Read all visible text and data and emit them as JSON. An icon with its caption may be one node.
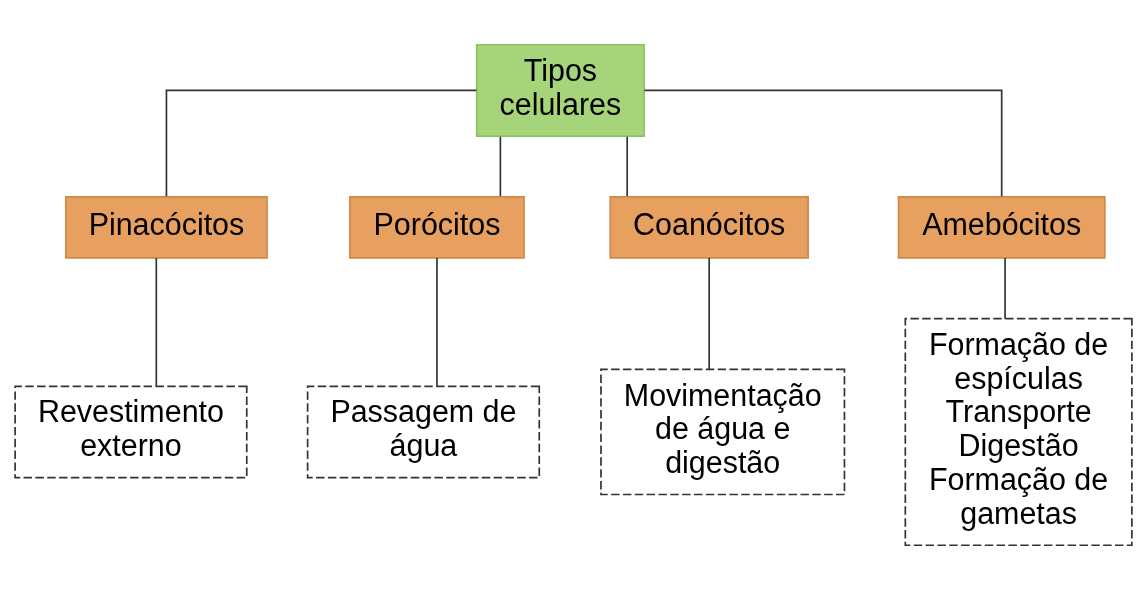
{
  "diagram": {
    "nodes": [
      {
        "text": [
          "Tipos celulares"
        ]
      },
      {
        "text": [
          "Pinacócitos"
        ]
      },
      {
        "text": [
          "Porócitos"
        ]
      },
      {
        "text": [
          "Coanócitos"
        ]
      },
      {
        "text": [
          "Amebócitos"
        ]
      },
      {
        "text": [
          "Revestimento externo"
        ]
      },
      {
        "text": [
          "Passagem de água"
        ]
      },
      {
        "text": [
          "Movimentação de água e digestão"
        ]
      },
      {
        "text": [
          "Formação de espículas",
          "Transporte",
          "Digestão",
          "Formação de gametas"
        ]
      }
    ],
    "edges": [
      {
        "from": 0,
        "to": 1,
        "arrow": "none"
      },
      {
        "from": 0,
        "to": 2,
        "arrow": "none"
      },
      {
        "from": 0,
        "to": 3,
        "arrow": "none"
      },
      {
        "from": 0,
        "to": 4,
        "arrow": "none"
      },
      {
        "from": 1,
        "to": 5,
        "arrow": "none"
      },
      {
        "from": 2,
        "to": 6,
        "arrow": "none"
      },
      {
        "from": 3,
        "to": 7,
        "arrow": "none"
      },
      {
        "from": 4,
        "to": 8,
        "arrow": "none"
      }
    ]
  }
}
